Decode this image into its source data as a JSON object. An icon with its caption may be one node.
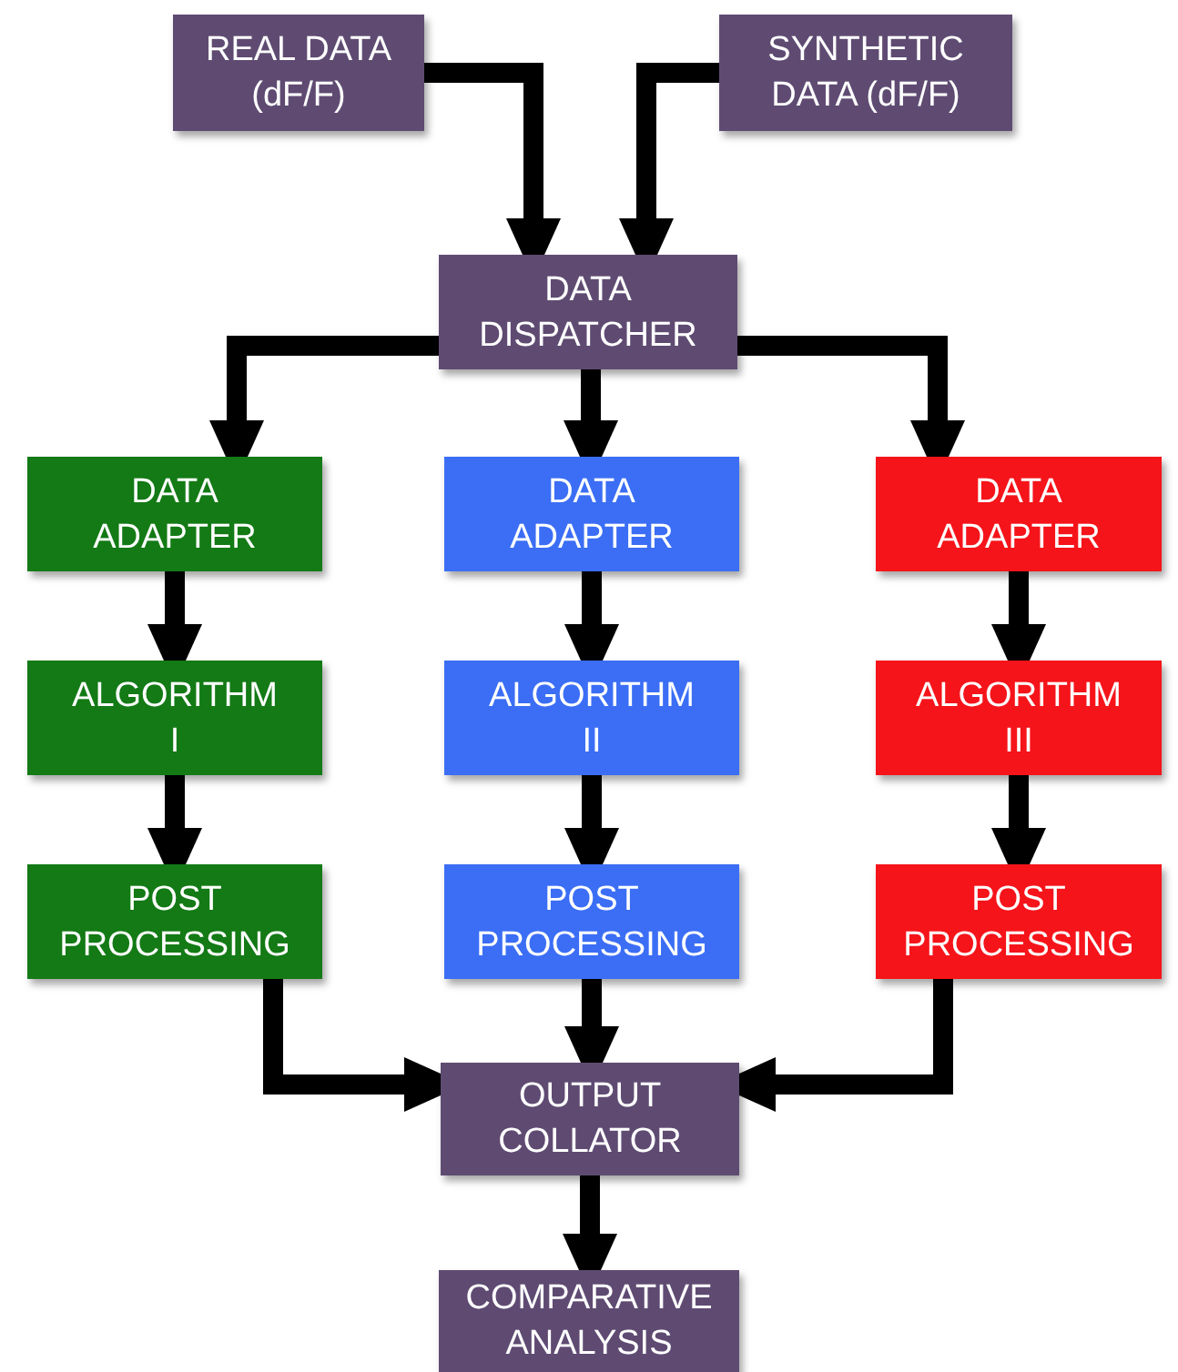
{
  "diagram": {
    "nodes": [
      {
        "text": [
          "REAL DATA (dF/F)"
        ]
      },
      {
        "text": [
          "SYNTHETIC DATA (dF/F)"
        ]
      },
      {
        "text": [
          "DATA DISPATCHER"
        ]
      },
      {
        "text": [
          "DATA ADAPTER"
        ]
      },
      {
        "text": [
          "DATA ADAPTER"
        ]
      },
      {
        "text": [
          "DATA ADAPTER"
        ]
      },
      {
        "text": [
          "ALGORITHM I"
        ]
      },
      {
        "text": [
          "ALGORITHM II"
        ]
      },
      {
        "text": [
          "ALGORITHM III"
        ]
      },
      {
        "text": [
          "POST PROCESSING"
        ]
      },
      {
        "text": [
          "POST PROCESSING"
        ]
      },
      {
        "text": [
          "POST PROCESSING"
        ]
      },
      {
        "text": [
          "OUTPUT COLLATOR"
        ]
      },
      {
        "text": [
          "COMPARATIVE ANALYSIS"
        ]
      }
    ],
    "edges": [
      {
        "from": 0,
        "to": 2,
        "arrow": "to"
      },
      {
        "from": 1,
        "to": 2,
        "arrow": "to"
      },
      {
        "from": 2,
        "to": 3,
        "arrow": "to"
      },
      {
        "from": 2,
        "to": 4,
        "arrow": "to"
      },
      {
        "from": 2,
        "to": 5,
        "arrow": "to"
      },
      {
        "from": 3,
        "to": 6,
        "arrow": "to"
      },
      {
        "from": 4,
        "to": 7,
        "arrow": "to"
      },
      {
        "from": 5,
        "to": 8,
        "arrow": "to"
      },
      {
        "from": 6,
        "to": 9,
        "arrow": "to"
      },
      {
        "from": 7,
        "to": 10,
        "arrow": "to"
      },
      {
        "from": 8,
        "to": 11,
        "arrow": "to"
      },
      {
        "from": 9,
        "to": 12,
        "arrow": "to"
      },
      {
        "from": 10,
        "to": 12,
        "arrow": "to"
      },
      {
        "from": 11,
        "to": 12,
        "arrow": "to"
      },
      {
        "from": 12,
        "to": 13,
        "arrow": "to"
      }
    ]
  }
}
